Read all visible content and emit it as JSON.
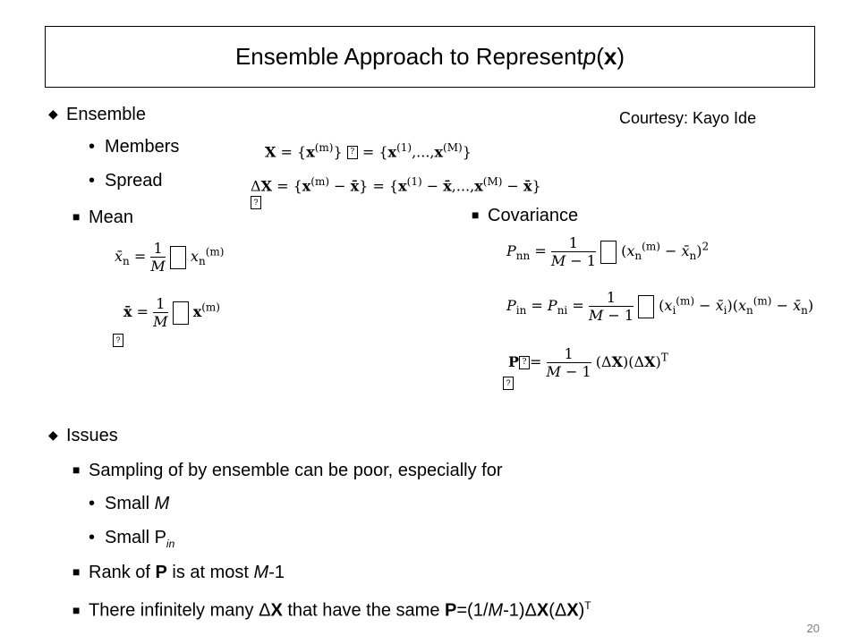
{
  "title": {
    "pre": "Ensemble Approach to Represent ",
    "p": "p",
    "open": "(",
    "x": "x",
    "close": ")"
  },
  "courtesy": "Courtesy: Kayo Ide",
  "ensemble": {
    "heading": "Ensemble",
    "members": "Members",
    "spread": "Spread",
    "mean": "Mean",
    "covariance": "Covariance"
  },
  "issues": {
    "heading": "Issues",
    "sampling": "Sampling of by ensemble can be poor, especially for",
    "small_m_pre": "Small ",
    "small_m_var": "M",
    "small_p_pre": "Small ",
    "small_p_var": "P",
    "small_p_sub": "in",
    "rank_pre": "Rank of ",
    "rank_bold": "P",
    "rank_mid": " is at most ",
    "rank_var": "M",
    "rank_end": "-1",
    "inf_pre": "There infinitely many Δ",
    "inf_x": "X",
    "inf_mid": " that have the same ",
    "inf_p": "P",
    "inf_eq": "=(1/",
    "inf_m": "M",
    "inf_rest1": "-1)Δ",
    "inf_x2": "X",
    "inf_rest2": "(Δ",
    "inf_x3": "X",
    "inf_rest3": ")",
    "inf_sup": "T"
  },
  "page_number": "20"
}
